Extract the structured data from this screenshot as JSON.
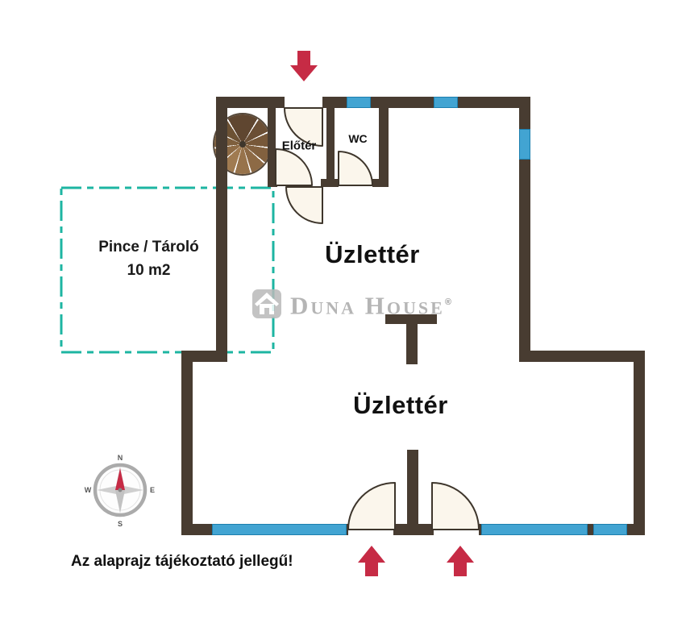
{
  "rooms": {
    "eloter": {
      "label": "Előtér"
    },
    "wc": {
      "label": "WC"
    },
    "uzletter_upper": {
      "label": "Üzlettér"
    },
    "uzletter_lower": {
      "label": "Üzlettér"
    },
    "pince": {
      "name": "Pince / Tároló",
      "area": "10 m2"
    }
  },
  "watermark": {
    "brand": "Duna House",
    "registered_mark": "®"
  },
  "compass": {
    "north": "N",
    "east": "E",
    "south": "S",
    "west": "W"
  },
  "footer": {
    "disclaimer": "Az alaprajz tájékoztató jellegű!"
  },
  "colors": {
    "wall_brown": "#483c31",
    "window_blue": "#42a4d2",
    "storage_outline_teal": "#1db5a2",
    "entrance_arrow_red": "#c62b45",
    "watermark_gray": "#a9a9a9"
  }
}
